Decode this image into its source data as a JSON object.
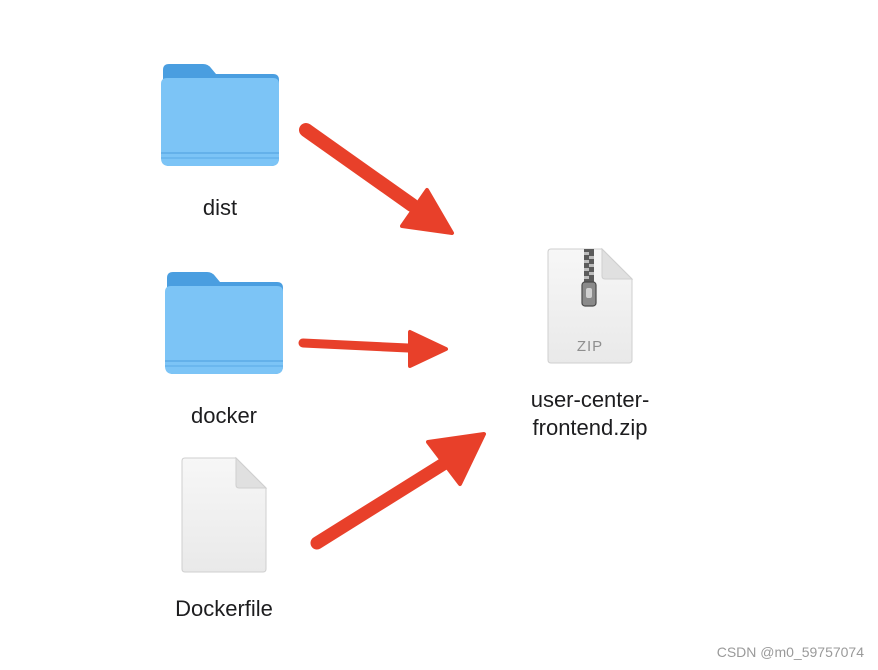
{
  "files": {
    "dist": {
      "label": "dist",
      "icon": "folder-icon"
    },
    "docker": {
      "label": "docker",
      "icon": "folder-icon"
    },
    "dockerfile": {
      "label": "Dockerfile",
      "icon": "document-icon"
    },
    "zip": {
      "label_line1": "user-center-",
      "label_line2": "frontend.zip",
      "type_label": "ZIP",
      "icon": "zip-archive-icon"
    }
  },
  "colors": {
    "folder_blue": "#6cb8f0",
    "folder_tab": "#4a9ee0",
    "arrow_red": "#e8402a"
  },
  "watermark": "CSDN @m0_59757074"
}
